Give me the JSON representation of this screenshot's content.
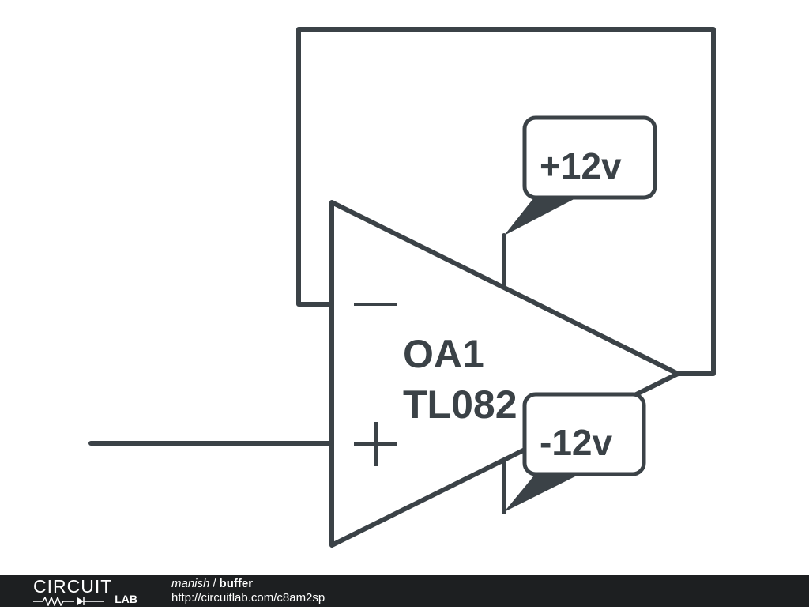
{
  "schematic": {
    "component": {
      "ref": "OA1",
      "part": "TL082",
      "inverting_symbol": "−",
      "noninverting_symbol": "+"
    },
    "flags": {
      "positive_supply": "+12v",
      "negative_supply": "-12v"
    }
  },
  "footer": {
    "logo_top": "CIRCUIT",
    "logo_bottom": "LAB",
    "author": "manish",
    "separator": "/",
    "title": "buffer",
    "url": "http://circuitlab.com/c8am2sp"
  },
  "colors": {
    "ink": "#3b4247",
    "footer_bg": "#1d1f21",
    "footer_text": "#ffffff"
  }
}
